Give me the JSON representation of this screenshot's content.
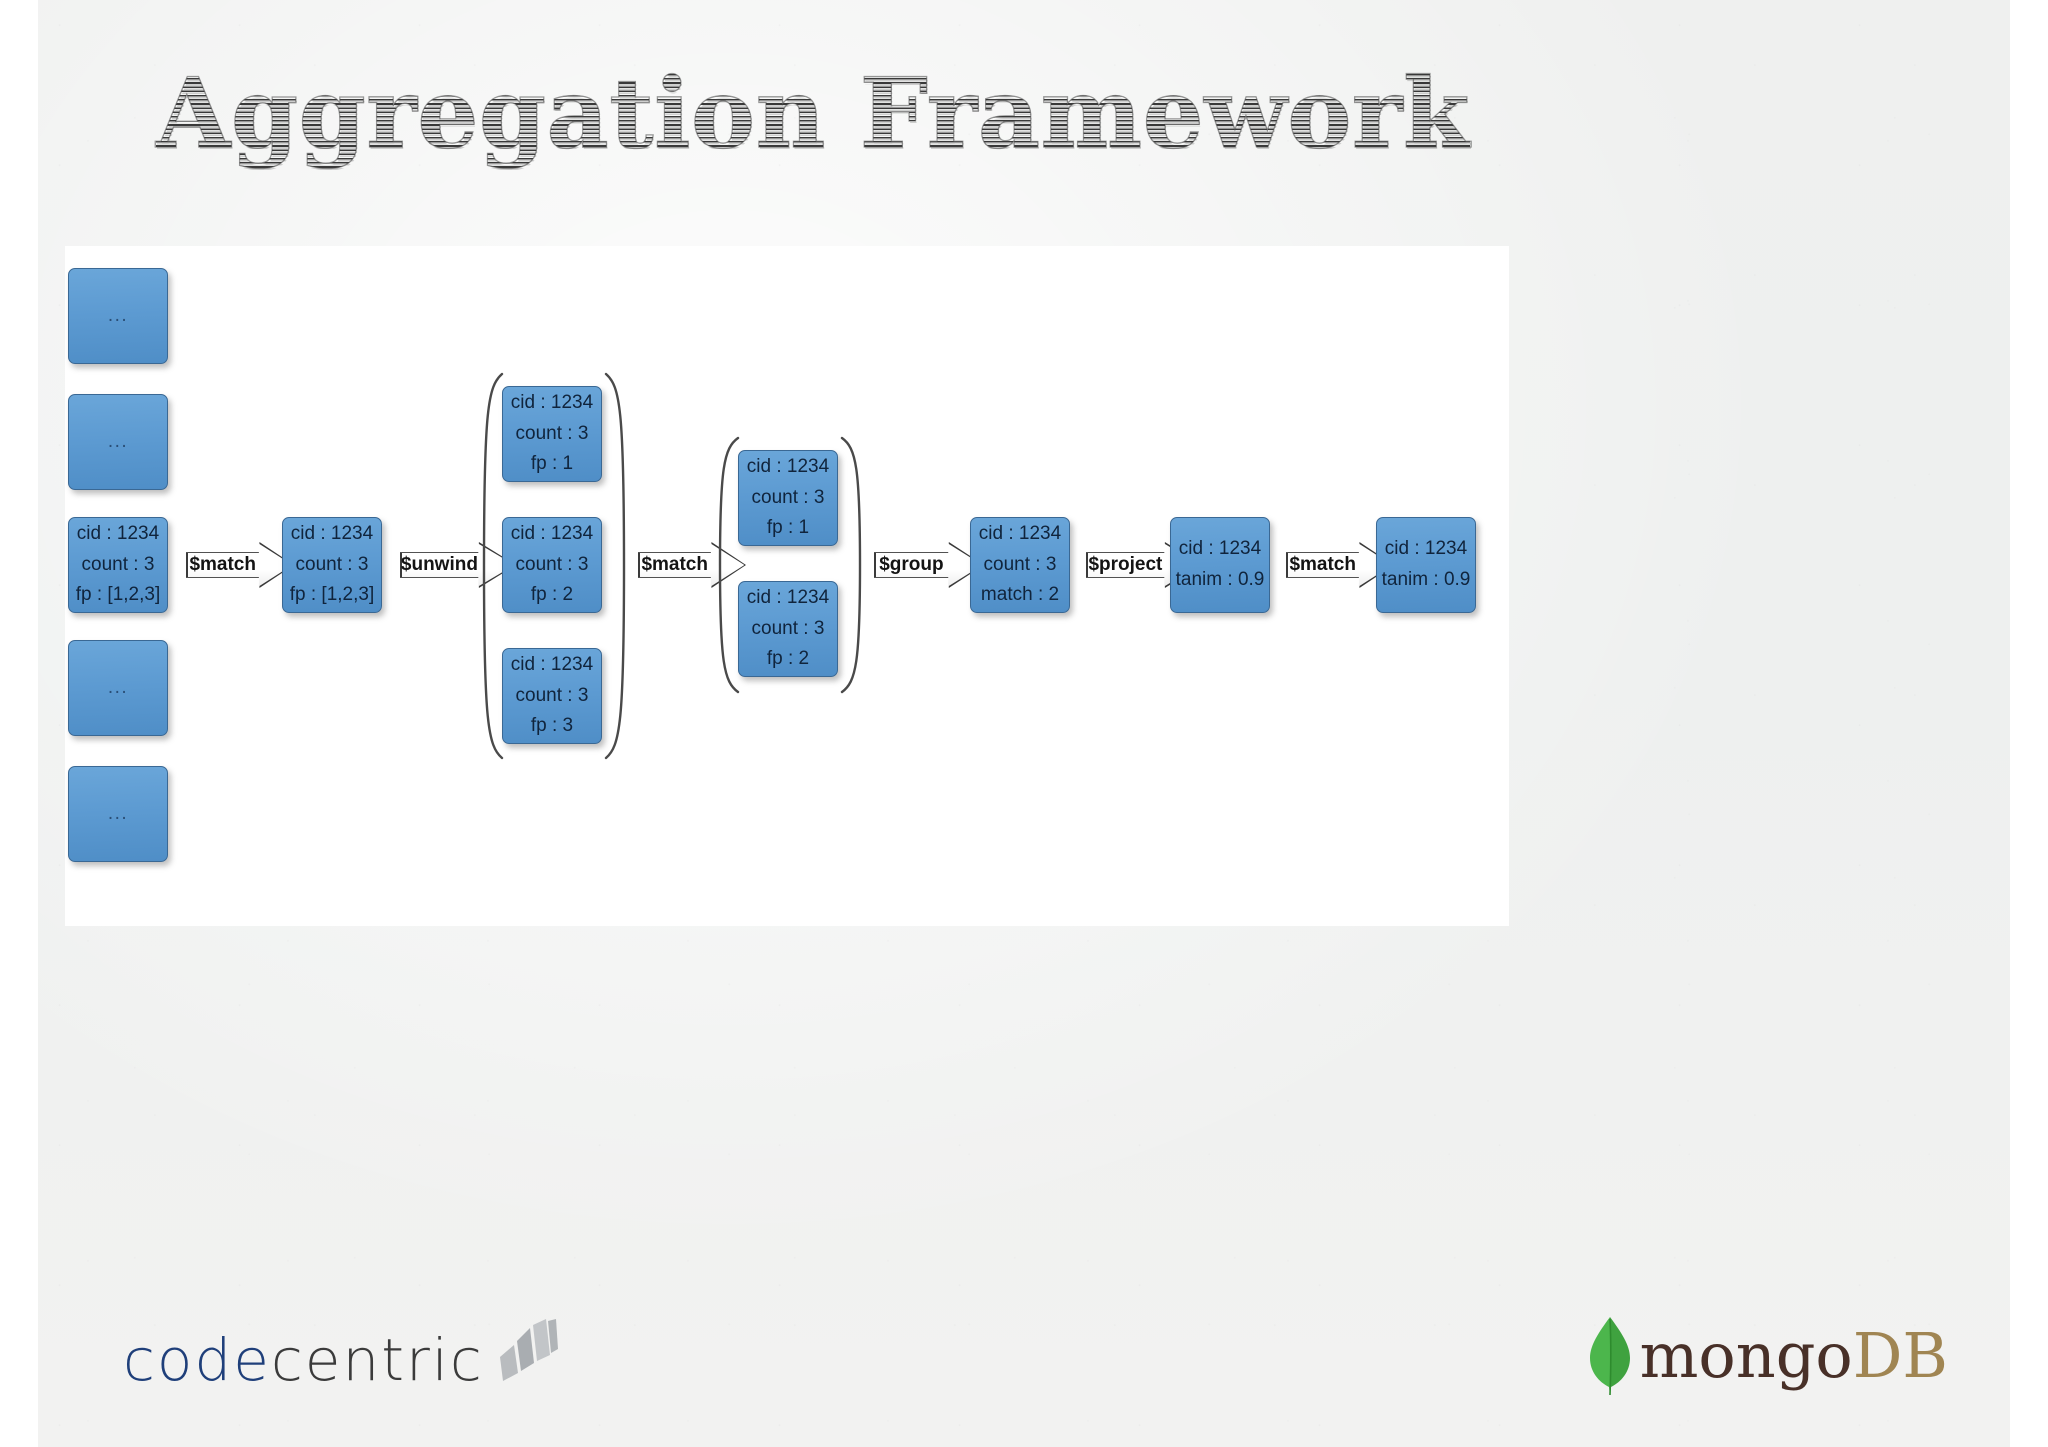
{
  "slide": {
    "title": "Aggregation Framework",
    "background_color": "#eef0ef",
    "panel_color": "#ffffff",
    "accent_box_color": "#5d9bd2",
    "accent_box_border_color": "#3a6894"
  },
  "diagram": {
    "type": "pipeline-flow",
    "ellipsis_label": "...",
    "stages": [
      {
        "id": "source-collection",
        "kind": "document-list",
        "documents": [
          {
            "lines": [
              "..."
            ]
          },
          {
            "lines": [
              "..."
            ]
          },
          {
            "lines": [
              "cid : 1234",
              "count : 3",
              "fp : [1,2,3]"
            ]
          },
          {
            "lines": [
              "..."
            ]
          },
          {
            "lines": [
              "..."
            ]
          }
        ]
      },
      {
        "id": "after-match-1",
        "kind": "document",
        "documents": [
          {
            "lines": [
              "cid : 1234",
              "count : 3",
              "fp : [1,2,3]"
            ]
          }
        ]
      },
      {
        "id": "after-unwind",
        "kind": "document-group",
        "bracketed": true,
        "documents": [
          {
            "lines": [
              "cid : 1234",
              "count : 3",
              "fp : 1"
            ]
          },
          {
            "lines": [
              "cid : 1234",
              "count : 3",
              "fp : 2"
            ]
          },
          {
            "lines": [
              "cid : 1234",
              "count : 3",
              "fp : 3"
            ]
          }
        ]
      },
      {
        "id": "after-match-2",
        "kind": "document-group",
        "bracketed": true,
        "documents": [
          {
            "lines": [
              "cid : 1234",
              "count : 3",
              "fp : 1"
            ]
          },
          {
            "lines": [
              "cid : 1234",
              "count : 3",
              "fp : 2"
            ]
          }
        ]
      },
      {
        "id": "after-group",
        "kind": "document",
        "documents": [
          {
            "lines": [
              "cid : 1234",
              "count : 3",
              "match : 2"
            ]
          }
        ]
      },
      {
        "id": "after-project",
        "kind": "document",
        "documents": [
          {
            "lines": [
              "cid : 1234",
              "tanim : 0.9"
            ]
          }
        ]
      },
      {
        "id": "after-match-3",
        "kind": "document",
        "documents": [
          {
            "lines": [
              "cid : 1234",
              "tanim : 0.9"
            ]
          }
        ]
      }
    ],
    "operators": [
      {
        "id": "op-match-1",
        "label": "$match"
      },
      {
        "id": "op-unwind",
        "label": "$unwind"
      },
      {
        "id": "op-match-2",
        "label": "$match"
      },
      {
        "id": "op-group",
        "label": "$group"
      },
      {
        "id": "op-project",
        "label": "$project"
      },
      {
        "id": "op-match-3",
        "label": "$match"
      }
    ]
  },
  "footer": {
    "codecentric": {
      "word_primary": "code",
      "word_secondary": "centric",
      "primary_color": "#1f3f7a",
      "secondary_color": "#3b3b3b",
      "mark_color": "#b4b7ba"
    },
    "mongodb": {
      "word_primary": "mongo",
      "word_secondary": "DB",
      "primary_color": "#483028",
      "secondary_color": "#a08552",
      "leaf_color": "#3fa23f"
    }
  }
}
